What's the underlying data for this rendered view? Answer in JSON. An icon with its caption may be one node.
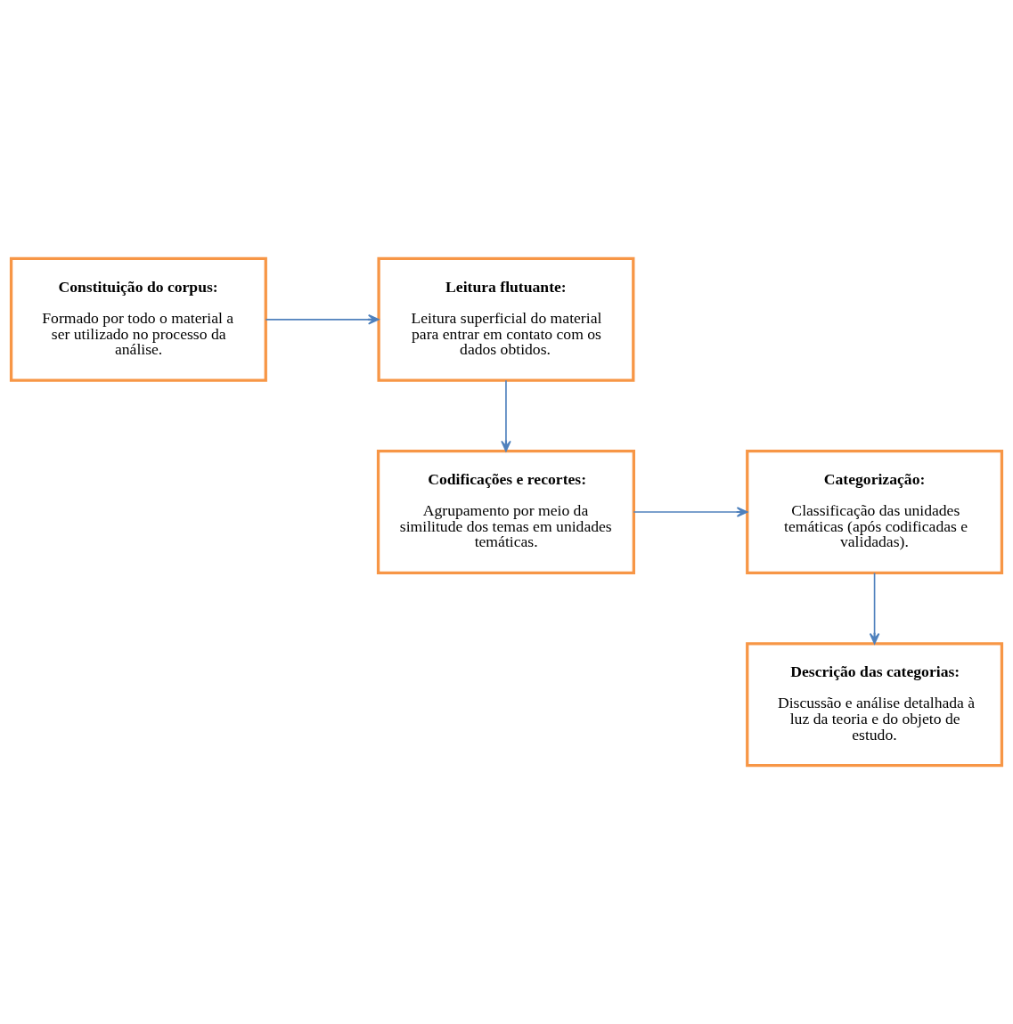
{
  "diagram": {
    "nodes": [
      {
        "text": [
          "Constituição do corpus:",
          "Formado por todo o material a ser utilizado no processo da análise."
        ]
      },
      {
        "text": [
          "Leitura flutuante:",
          "Leitura superficial do material para entrar em contato com os dados obtidos."
        ]
      },
      {
        "text": [
          "Codificações e recortes:",
          "Agrupamento por meio da similitude dos temas em unidades temáticas."
        ]
      },
      {
        "text": [
          "Categorização:",
          "Classificação das unidades temáticas (após codificadas e validadas)."
        ]
      },
      {
        "text": [
          "Descrição das categorias:",
          "Discussão e análise detalhada à luz da teoria e do objeto de estudo."
        ]
      }
    ],
    "edges": [
      {
        "from": 0,
        "to": 1,
        "arrow": "to"
      },
      {
        "from": 1,
        "to": 2,
        "arrow": "to"
      },
      {
        "from": 2,
        "to": 3,
        "arrow": "to"
      },
      {
        "from": 3,
        "to": 4,
        "arrow": "to"
      }
    ]
  }
}
